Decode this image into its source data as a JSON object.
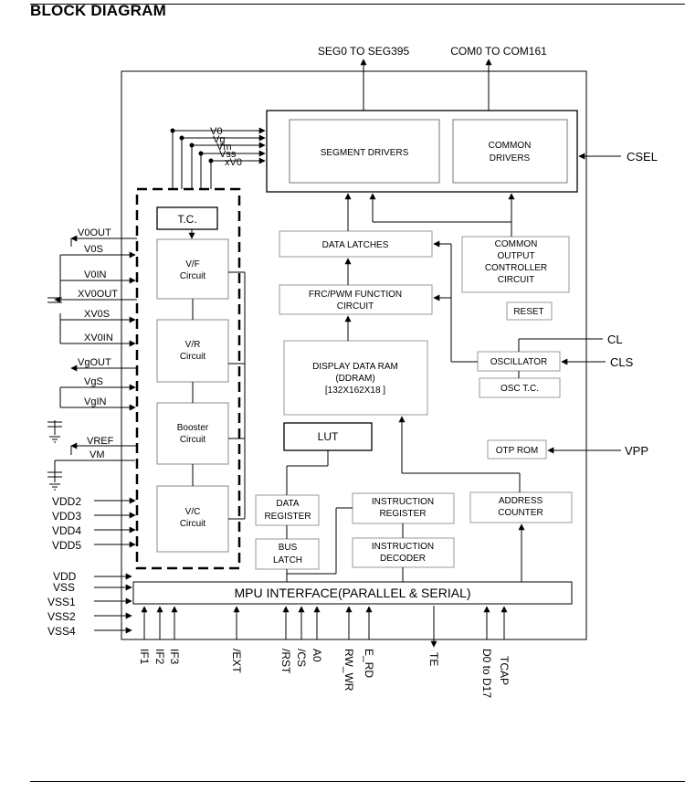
{
  "page": {
    "title": "BLOCK DIAGRAM"
  },
  "outputs": {
    "seg": "SEG0 TO SEG395",
    "com": "COM0 TO COM161",
    "csel": "CSEL"
  },
  "blocks": {
    "segment_drivers": "SEGMENT DRIVERS",
    "common_drivers": [
      "COMMON",
      "DRIVERS"
    ],
    "tc": "T.C.",
    "vf": [
      "V/F",
      "Circuit"
    ],
    "vr": [
      "V/R",
      "Circuit"
    ],
    "booster": [
      "Booster",
      "Circuit"
    ],
    "vc": [
      "V/C",
      "Circuit"
    ],
    "data_latches": "DATA LATCHES",
    "common_output": [
      "COMMON",
      "OUTPUT",
      "CONTROLLER",
      "CIRCUIT"
    ],
    "frc": [
      "FRC/PWM FUNCTION",
      "CIRCUIT"
    ],
    "reset": "RESET",
    "ddram": [
      "DISPLAY DATA RAM",
      "(DDRAM)",
      "[132X162X18 ]"
    ],
    "oscillator": "OSCILLATOR",
    "osc_tc": "OSC T.C.",
    "lut": "LUT",
    "otp": "OTP ROM",
    "data_register": [
      "DATA",
      "REGISTER"
    ],
    "instruction_register": [
      "INSTRUCTION",
      "REGISTER"
    ],
    "address_counter": [
      "ADDRESS",
      "COUNTER"
    ],
    "bus_latch": [
      "BUS",
      "LATCH"
    ],
    "instruction_decoder": [
      "INSTRUCTION",
      "DECODER"
    ],
    "mpu": "MPU INTERFACE(PARALLEL & SERIAL)"
  },
  "internal_voltages": [
    "V0",
    "Vg",
    "Vm",
    "Vss",
    "xV0"
  ],
  "left_pins": [
    "V0OUT",
    "V0S",
    "V0IN",
    "XV0OUT",
    "XV0S",
    "XV0IN",
    "VgOUT",
    "VgS",
    "VgIN",
    "VREF",
    "VM"
  ],
  "vdd_pins": [
    "VDD2",
    "VDD3",
    "VDD4",
    "VDD5"
  ],
  "power_pins": [
    "VDD",
    "VSS",
    "VSS1",
    "VSS2",
    "VSS4"
  ],
  "right_pins": {
    "cl": "CL",
    "cls": "CLS",
    "vpp": "VPP"
  },
  "bottom_pins": [
    "IF1",
    "IF2",
    "IF3",
    "/EXT",
    "/RST",
    "/CS",
    "A0",
    "RW_WR",
    "E_RD",
    "TE",
    "D0 to D17",
    "TCAP"
  ]
}
